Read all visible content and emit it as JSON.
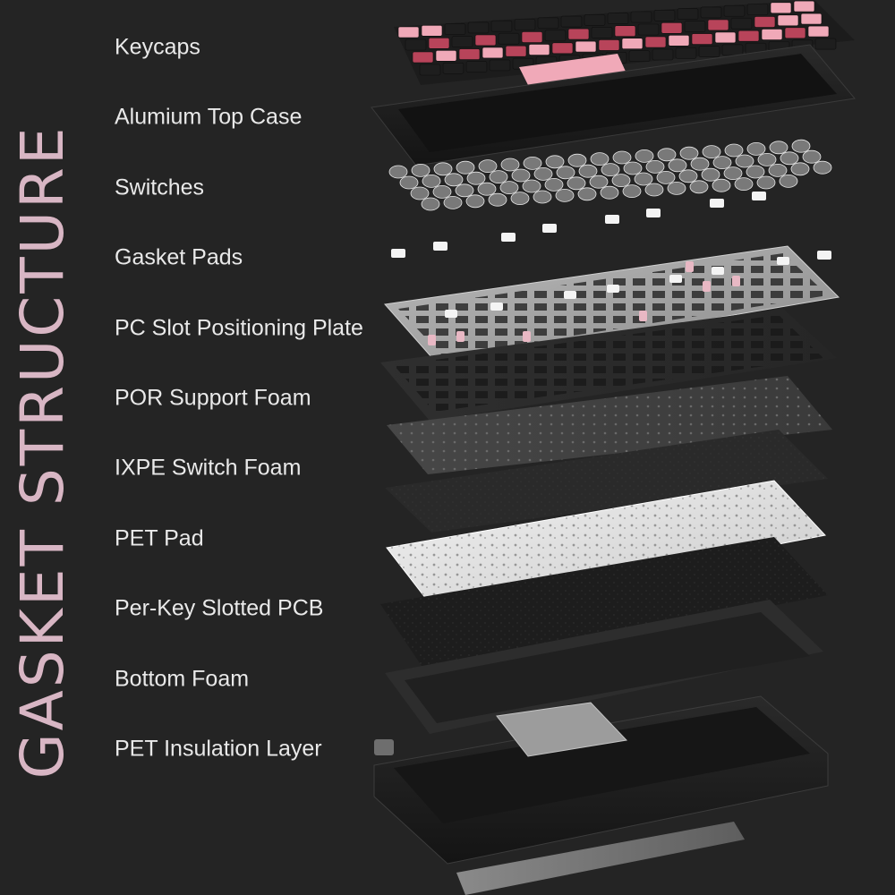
{
  "title": "GASKET STRUCTURE",
  "layers": [
    "Keycaps",
    "Alumium Top Case",
    "Switches",
    "Gasket Pads",
    "PC Slot Positioning Plate",
    "POR Support Foam",
    "IXPE Switch Foam",
    "PET Pad",
    "Per-Key Slotted PCB",
    "Bottom Foam",
    "PET Insulation Layer"
  ],
  "colors": {
    "background": "#242424",
    "title": "#d8b6c4",
    "label": "#e9e9e9",
    "keycap_red": "#b8445a",
    "keycap_pink": "#f0a9b8",
    "keycap_black": "#1e1e1e"
  }
}
